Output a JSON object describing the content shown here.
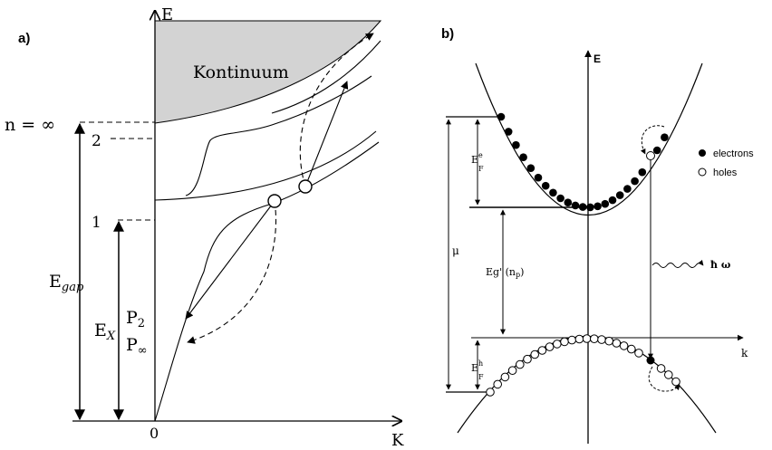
{
  "panel_a": {
    "label": "a)",
    "axis_y": "E",
    "axis_x": "K",
    "origin": "0",
    "continuum": "Kontinuum",
    "level_inf": "n = ∞",
    "level_2": "2",
    "level_1": "1",
    "e_gap": "E",
    "e_gap_sub": "gap",
    "e_x": "E",
    "e_x_sub": "X",
    "p2": "P",
    "p2_sub": "2",
    "pinf": "P",
    "pinf_sub": "∞"
  },
  "panel_b": {
    "label": "b)",
    "axis_y": "E",
    "axis_x": "k",
    "legend_electrons": "electrons",
    "legend_holes": "holes",
    "ef_e": "E",
    "ef_e_sup": "e",
    "ef_e_sub": "F",
    "ef_h": "E",
    "ef_h_sup": "h",
    "ef_h_sub": "F",
    "mu": "μ",
    "eg_gap": "Eg' (n",
    "eg_gap_sub": "p",
    "eg_gap_close": ")",
    "photon": "ħ ω"
  },
  "colors": {
    "line": "#000000",
    "continuum_fill": "#d3d3d3"
  }
}
